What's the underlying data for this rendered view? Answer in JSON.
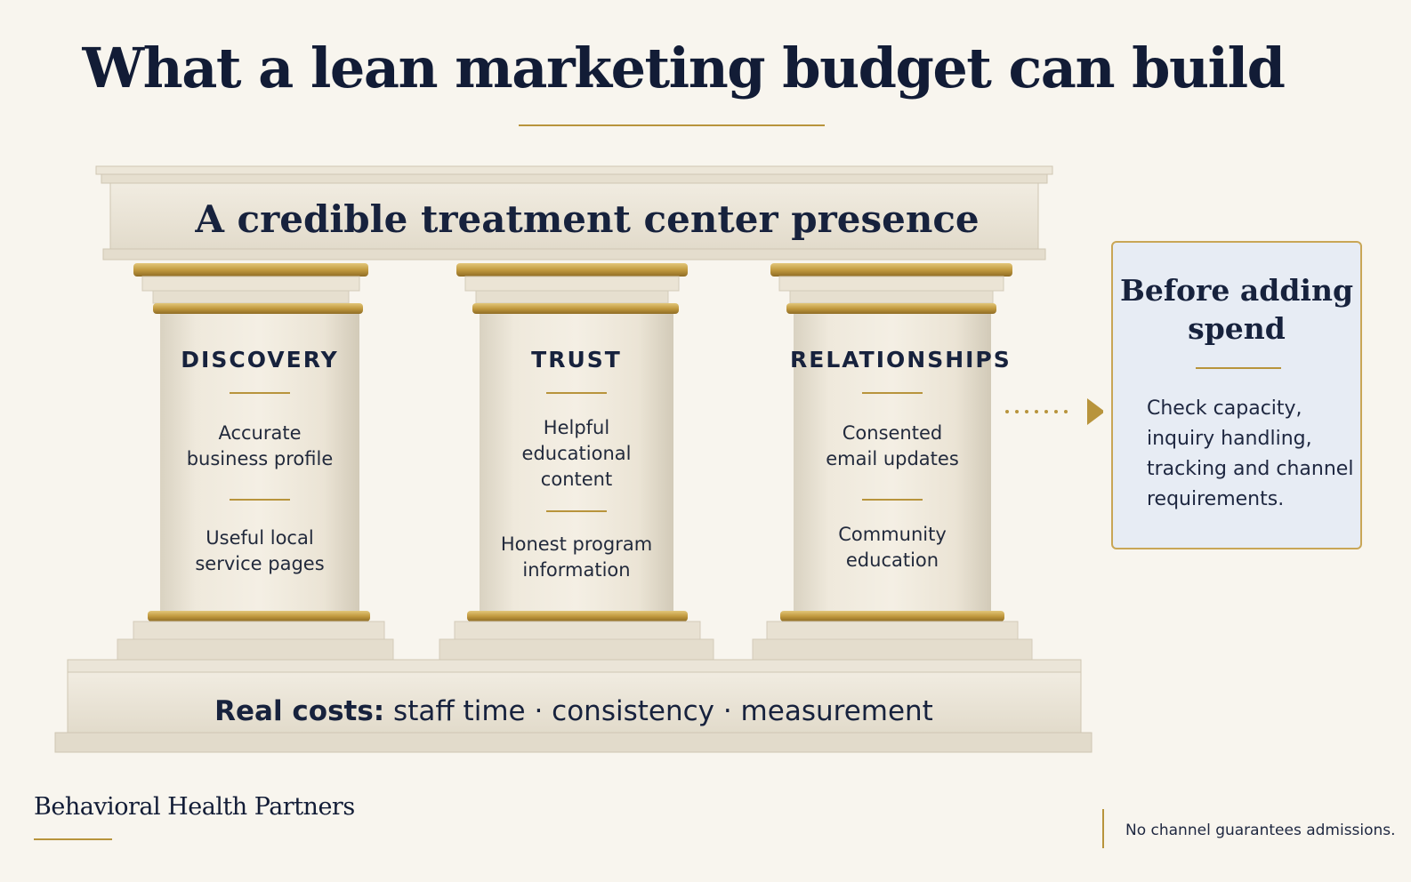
{
  "title": "What a lean marketing budget can build",
  "entablature": "A credible treatment center presence",
  "pillars": [
    {
      "heading": "DISCOVERY",
      "items": [
        [
          "Accurate",
          "business profile"
        ],
        [
          "Useful local",
          "service pages"
        ]
      ]
    },
    {
      "heading": "TRUST",
      "items": [
        [
          "Helpful",
          "educational",
          "content"
        ],
        [
          "Honest program",
          "information"
        ]
      ]
    },
    {
      "heading": "RELATIONSHIPS",
      "items": [
        [
          "Consented",
          "email updates"
        ],
        [
          "Community",
          "education"
        ]
      ]
    }
  ],
  "base": {
    "label": "Real costs:",
    "text": "staff time · consistency · measurement"
  },
  "callout": {
    "title_lines": [
      "Before adding",
      "spend"
    ],
    "body_lines": [
      "Check capacity,",
      "inquiry handling,",
      "tracking and channel",
      "requirements."
    ]
  },
  "footer": {
    "brand": "Behavioral Health Partners",
    "disclaimer": "No channel guarantees admissions."
  },
  "colors": {
    "background": "#f8f5ee",
    "navy": "#17223d",
    "gold": "#b8943c",
    "stone": "#ece6d8",
    "callout_fill": "#e7ecf4"
  }
}
